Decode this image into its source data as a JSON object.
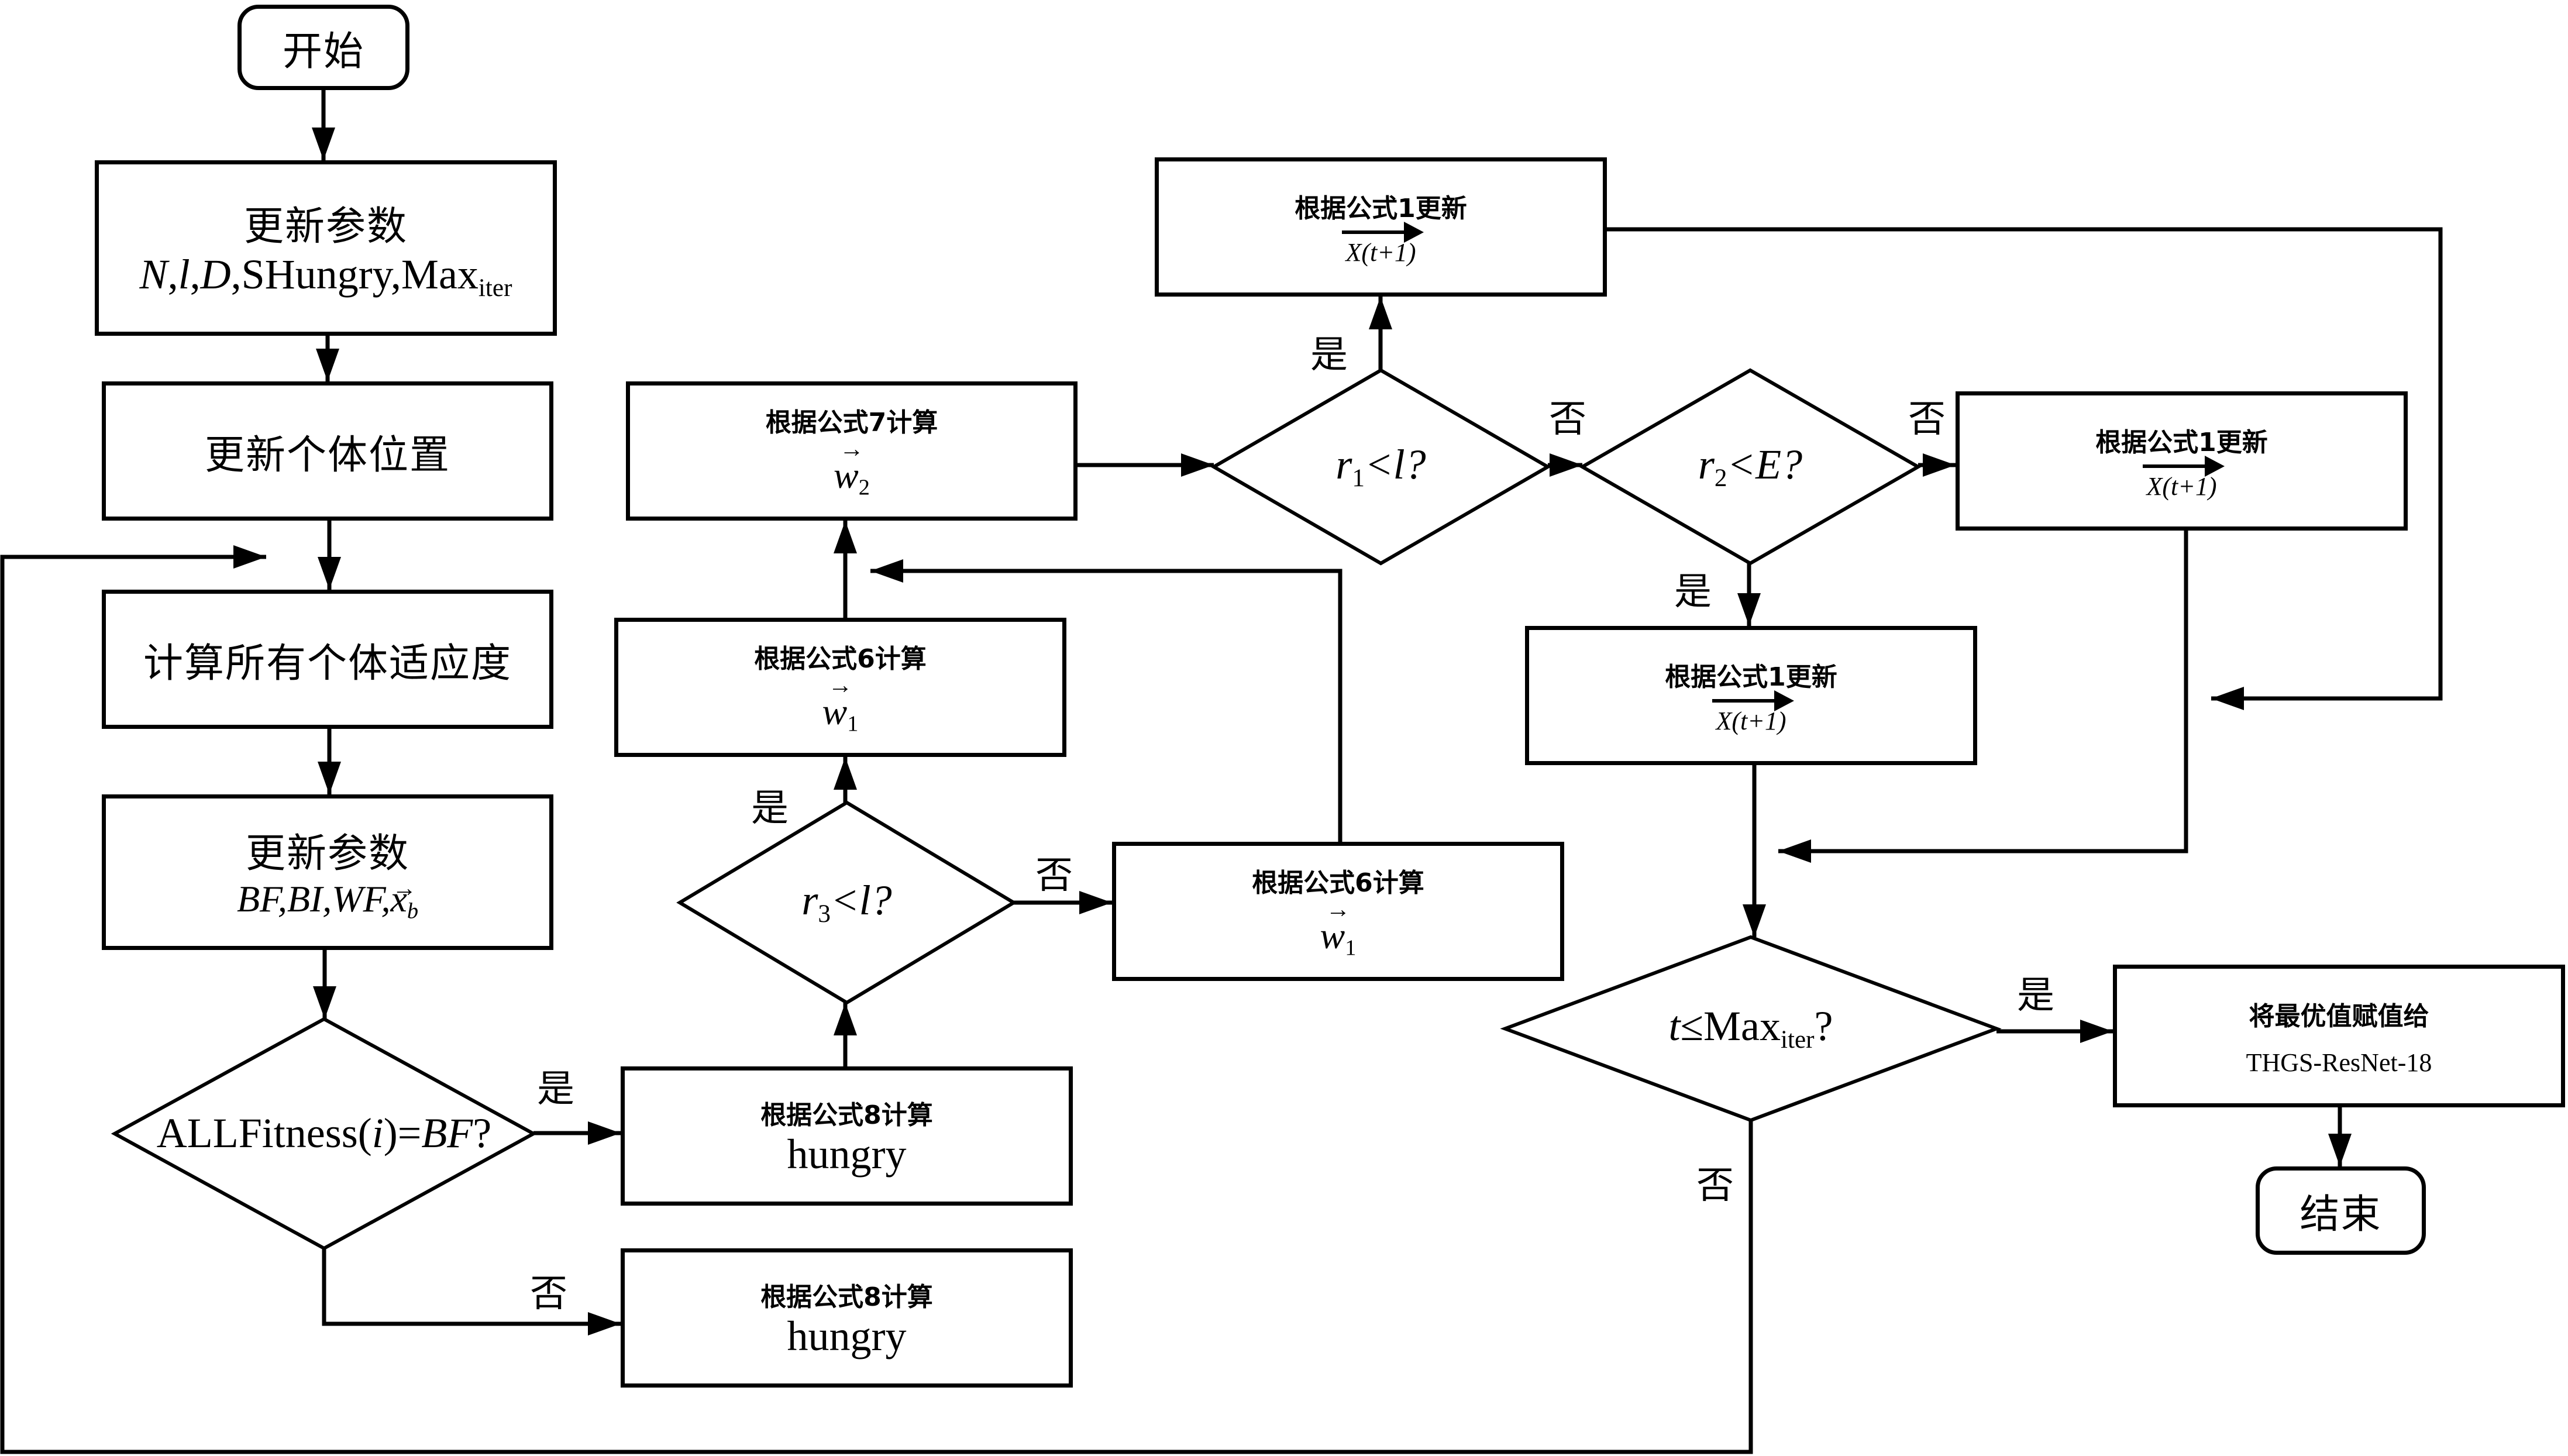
{
  "diagram": {
    "start": "开始",
    "end": "结束",
    "update_params_1": {
      "title": "更新参数",
      "vars_prefix_italic": [
        "N",
        "l",
        "D"
      ],
      "vars_plain": "SHungry,Max",
      "sub": "iter"
    },
    "update_positions": "更新个体位置",
    "compute_fitness": "计算所有个体适应度",
    "update_params_2": {
      "title": "更新参数",
      "vars": "BF,BI,WF,",
      "vec": "x",
      "vec_sub": "b"
    },
    "decision_fitness": {
      "prefix": "ALLFitness(",
      "var": "i",
      "mid": ")=",
      "rhs": "BF",
      "suffix": "?"
    },
    "hungry_yes": {
      "title": "根据公式8计算",
      "value": "hungry"
    },
    "hungry_no": {
      "title": "根据公式8计算",
      "value": "hungry"
    },
    "decision_r3": {
      "var": "r",
      "sub": "3",
      "rest": "<l?"
    },
    "w1_left": {
      "title": "根据公式6计算",
      "vec": "w",
      "sub": "1"
    },
    "w1_right": {
      "title": "根据公式6计算",
      "vec": "w",
      "sub": "1"
    },
    "w2": {
      "title": "根据公式7计算",
      "vec": "w",
      "sub": "2"
    },
    "decision_r1": {
      "var": "r",
      "sub": "1",
      "rest": "<l?"
    },
    "decision_r2": {
      "var": "r",
      "sub": "2",
      "rest": "<E?"
    },
    "update_x_top": {
      "title": "根据公式1更新",
      "value": "X(t+1)"
    },
    "update_x_right": {
      "title": "根据公式1更新",
      "value": "X(t+1)"
    },
    "update_x_lower": {
      "title": "根据公式1更新",
      "value": "X(t+1)"
    },
    "decision_iter": {
      "var": "t",
      "op": "≤Max",
      "sub": "iter",
      "suffix": "?"
    },
    "assign_best": {
      "title": "将最优值赋值给",
      "value": "THGS-ResNet-18"
    },
    "labels": {
      "yes": "是",
      "no": "否"
    }
  }
}
